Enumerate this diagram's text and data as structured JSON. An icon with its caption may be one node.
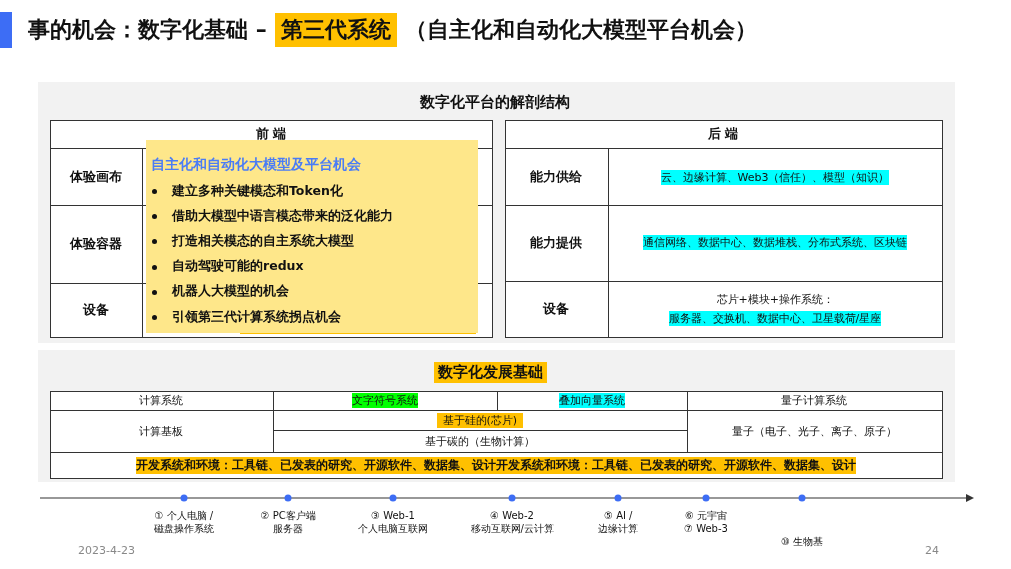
{
  "diagram": {
    "labels": [
      "事的机会：数字化基础 –",
      "第三代系统",
      "（自主化和自动化大模型平台机会）",
      "数字化平台的解剖结构",
      "前 端",
      "体验画布",
      "体验容器",
      "设备",
      "后 端",
      "能力供给",
      "云、边缘计算、Web3（信任）、模型（知识）",
      "能力提供",
      "通信网络、数据中心、数据堆栈、分布式系统、区块链",
      "设备",
      "芯片+模块+操作系统：",
      "服务器、交换机、数据中心、卫星载荷/星座",
      "自主化和自动化大模型及平台机会",
      "建立多种关键模态和Token化",
      "借助大模型中语言模态带来的泛化能力",
      "打造相关模态的自主系统大模型",
      "自动驾驶可能的redux",
      "机器人大模型的机会",
      "引领第三代计算系统拐点机会",
      "数字化发展基础",
      "计算系统",
      "文字符号系统",
      "叠加向量系统",
      "量子计算系统",
      "计算基板",
      "基于硅的(芯片)",
      "量子（电子、光子、离子、原子）",
      "基于碳的（生物计算）",
      "开发系统和环境：工具链、已发表的研究、开源软件、数据集、设计开发系统和环境：工具链、已发表的研究、开源软件、数据集、设计",
      "① 个人电脑 /",
      "磁盘操作系统",
      "② PC客户端",
      "服务器",
      "③ Web-1",
      "个人电脑互联网",
      "④ Web-2",
      "移动互联网/云计算",
      "⑤ AI /",
      "边缘计算",
      "⑥ 元宇宙",
      "⑦ Web-3",
      "⑩ 生物基",
      "2023-4-23",
      "24"
    ]
  }
}
